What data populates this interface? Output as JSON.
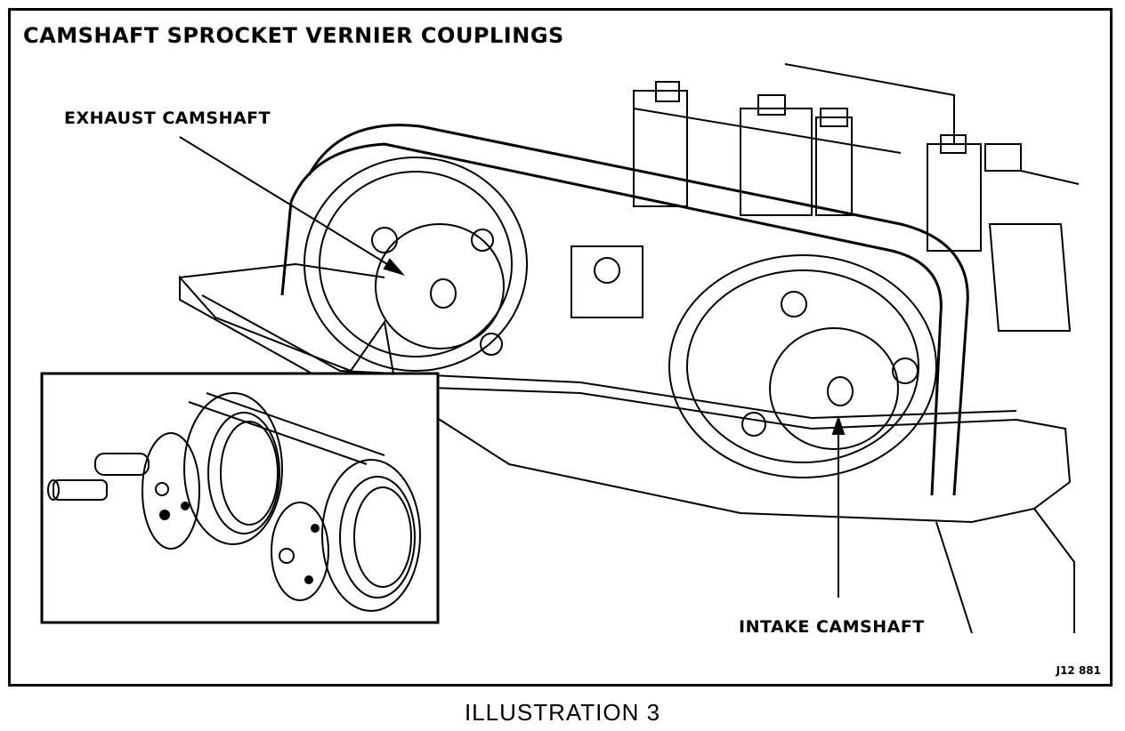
{
  "figure": {
    "title": "CAMSHAFT SPROCKET VERNIER COUPLINGS",
    "labels": {
      "exhaust": "EXHAUST CAMSHAFT",
      "intake": "INTAKE CAMSHAFT"
    },
    "figure_id": "J12 881",
    "caption": "ILLUSTRATION 3"
  },
  "colors": {
    "ink": "#000000",
    "paper": "#ffffff"
  }
}
